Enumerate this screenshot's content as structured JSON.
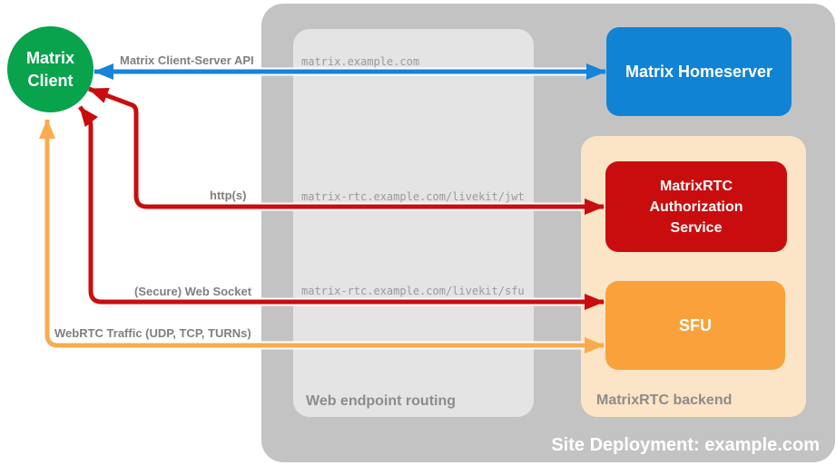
{
  "diagram": {
    "containers": {
      "site_deployment": {
        "label": "Site Deployment: example.com",
        "color": "#c3c3c3"
      },
      "web_endpoint_routing": {
        "label": "Web endpoint routing",
        "color": "#e4e4e4"
      },
      "matrixrtc_backend": {
        "label": "MatrixRTC backend",
        "color": "#fce4c6"
      }
    },
    "nodes": {
      "client": {
        "line1": "Matrix",
        "line2": "Client",
        "color": "#09a24d"
      },
      "homeserver": {
        "label": "Matrix Homeserver",
        "color": "#1183d5"
      },
      "auth_service": {
        "line1": "MatrixRTC",
        "line2": "Authorization",
        "line3": "Service",
        "color": "#c90d0e"
      },
      "sfu": {
        "label": "SFU",
        "color": "#f9a23b"
      }
    },
    "edges": {
      "client_server_api": {
        "label": "Matrix Client-Server API",
        "route": "matrix.example.com",
        "color": "#1584d9",
        "direction": "bidirectional"
      },
      "https": {
        "label": "http(s)",
        "route": "matrix-rtc.example.com/livekit/jwt",
        "color": "#c90d0e",
        "direction": "bidirectional"
      },
      "web_socket": {
        "label": "(Secure) Web Socket",
        "route": "matrix-rtc.example.com/livekit/sfu",
        "color": "#c90d0e",
        "direction": "bidirectional"
      },
      "webrtc": {
        "label": "WebRTC Traffic (UDP, TCP, TURNs)",
        "color": "#f8ac4f",
        "direction": "bidirectional"
      }
    }
  }
}
